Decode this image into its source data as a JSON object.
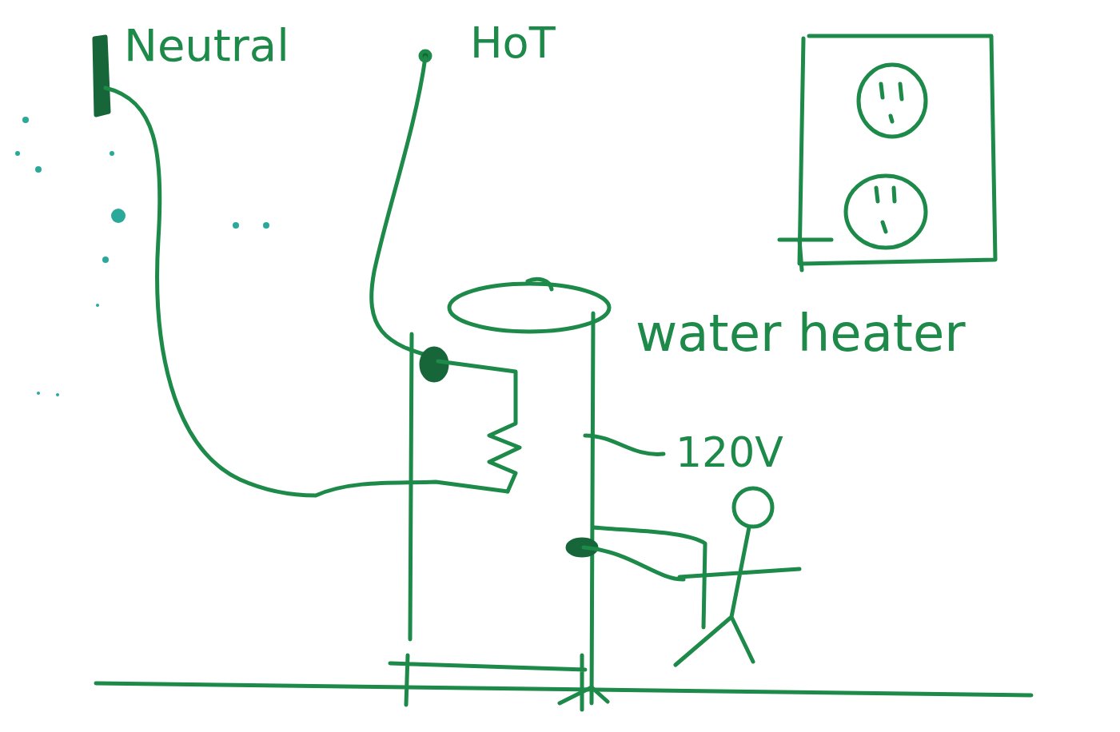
{
  "diagram": {
    "labels": [
      "Neutral",
      "HoT",
      "water heater",
      "120V"
    ]
  }
}
